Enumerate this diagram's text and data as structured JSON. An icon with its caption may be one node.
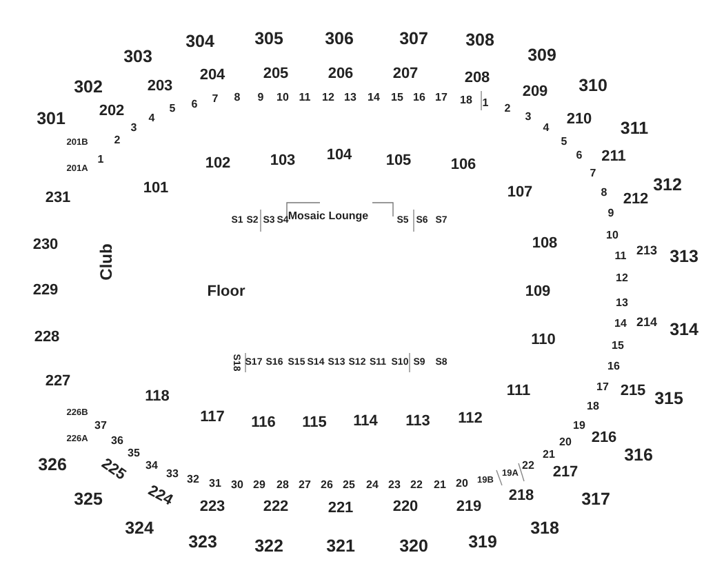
{
  "diagram": {
    "labels": [
      "304",
      "305",
      "306",
      "307",
      "308",
      "303",
      "309",
      "302",
      "310",
      "301",
      "311",
      "312",
      "313",
      "314",
      "315",
      "316",
      "317",
      "318",
      "319",
      "320",
      "321",
      "322",
      "323",
      "324",
      "325",
      "326",
      "204",
      "205",
      "206",
      "207",
      "208",
      "203",
      "209",
      "202",
      "210",
      "211",
      "212",
      "213",
      "214",
      "215",
      "216",
      "217",
      "218",
      "219",
      "220",
      "221",
      "222",
      "223",
      "224",
      "225",
      "226B",
      "226A",
      "227",
      "228",
      "229",
      "230",
      "231",
      "201B",
      "201A",
      "1",
      "2",
      "3",
      "4",
      "5",
      "6",
      "7",
      "8",
      "9",
      "10",
      "11",
      "12",
      "13",
      "14",
      "15",
      "16",
      "17",
      "18",
      "1",
      "2",
      "3",
      "4",
      "5",
      "6",
      "7",
      "8",
      "9",
      "10",
      "11",
      "12",
      "13",
      "14",
      "15",
      "16",
      "17",
      "18",
      "19",
      "20",
      "21",
      "22",
      "19A",
      "19B",
      "20",
      "21",
      "22",
      "23",
      "24",
      "25",
      "26",
      "27",
      "28",
      "29",
      "30",
      "31",
      "32",
      "33",
      "34",
      "35",
      "36",
      "37",
      "101",
      "102",
      "103",
      "104",
      "105",
      "106",
      "107",
      "108",
      "109",
      "110",
      "111",
      "112",
      "113",
      "114",
      "115",
      "116",
      "117",
      "118",
      "S1",
      "S2",
      "S3",
      "S4",
      "Mosaic Lounge",
      "S5",
      "S6",
      "S7",
      "S18",
      "S17",
      "S16",
      "S15",
      "S14",
      "S13",
      "S12",
      "S11",
      "S10",
      "S9",
      "S8",
      "Floor",
      "Club"
    ]
  }
}
